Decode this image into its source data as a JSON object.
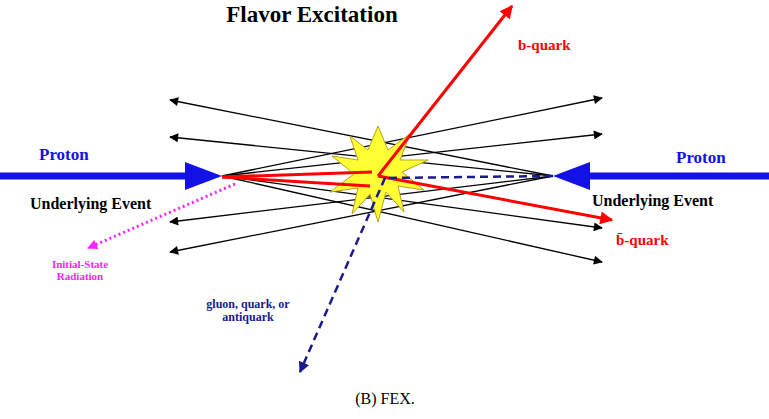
{
  "diagram": {
    "title": "Flavor Excitation",
    "caption": "(B) FEX.",
    "labels": [
      "b-quark",
      "Proton",
      "Proton",
      "Underlying Event",
      "Underlying Event",
      "b̄-quark",
      "Initial-State Radiation",
      "gluon, quark, or antiquark"
    ]
  }
}
